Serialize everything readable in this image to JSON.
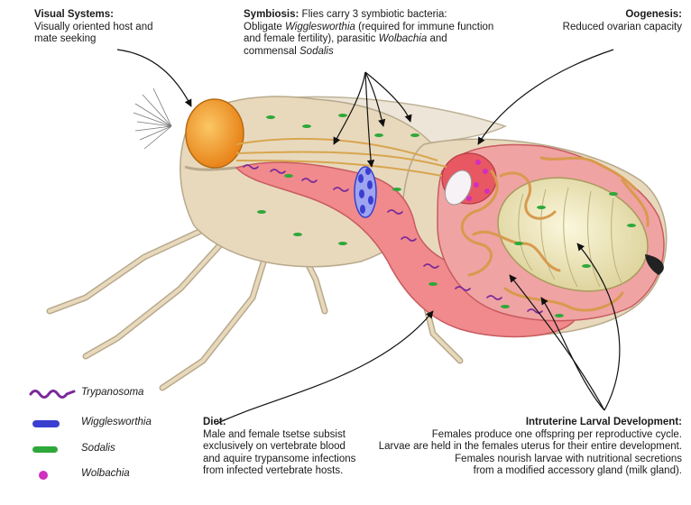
{
  "visual": {
    "title": "Visual Systems:",
    "lines": [
      "Visually oriented host and",
      "mate seeking"
    ]
  },
  "symbiosis": {
    "title": "Symbiosis:",
    "line1_rest": " Flies carry 3 symbiotic bacteria:",
    "line2_pre": "Obligate ",
    "line2_italic": "Wigglesworthia",
    "line2_post": " (required for immune function",
    "line3": "and female fertility), parasitic ",
    "line3_italic": "Wolbachia",
    "line3_post": " and",
    "line4_pre": "commensal ",
    "line4_italic": "Sodalis"
  },
  "oogenesis": {
    "title": "Oogenesis:",
    "lines": [
      "Reduced ovarian capacity"
    ]
  },
  "diet": {
    "title": "Diet:",
    "lines": [
      "Male and female tsetse subsist",
      "exclusively on vertebrate blood",
      "and aquire trypansome infections",
      "from infected vertebrate hosts."
    ]
  },
  "larval": {
    "title": "Intruterine Larval Development:",
    "lines": [
      "Females produce one offspring per reproductive cycle.",
      "Larvae are held in the females uterus for their entire development.",
      "Females nourish larvae with nutritional secretions",
      "from a modified accessory gland (milk gland)."
    ]
  },
  "legend": [
    {
      "label": "Trypanosoma",
      "color": "#7a2a9a"
    },
    {
      "label": "Wigglesworthia",
      "color": "#3a3fd0"
    },
    {
      "label": "Sodalis",
      "color": "#2ea83a"
    },
    {
      "label": "Wolbachia",
      "color": "#d02fc0"
    }
  ],
  "colors": {
    "body": "#e8d9bd",
    "gut": "#f08a8c",
    "eye": "#f2a22a",
    "uterus": "#ece3b8",
    "milk_gland": "#e0a55a"
  }
}
